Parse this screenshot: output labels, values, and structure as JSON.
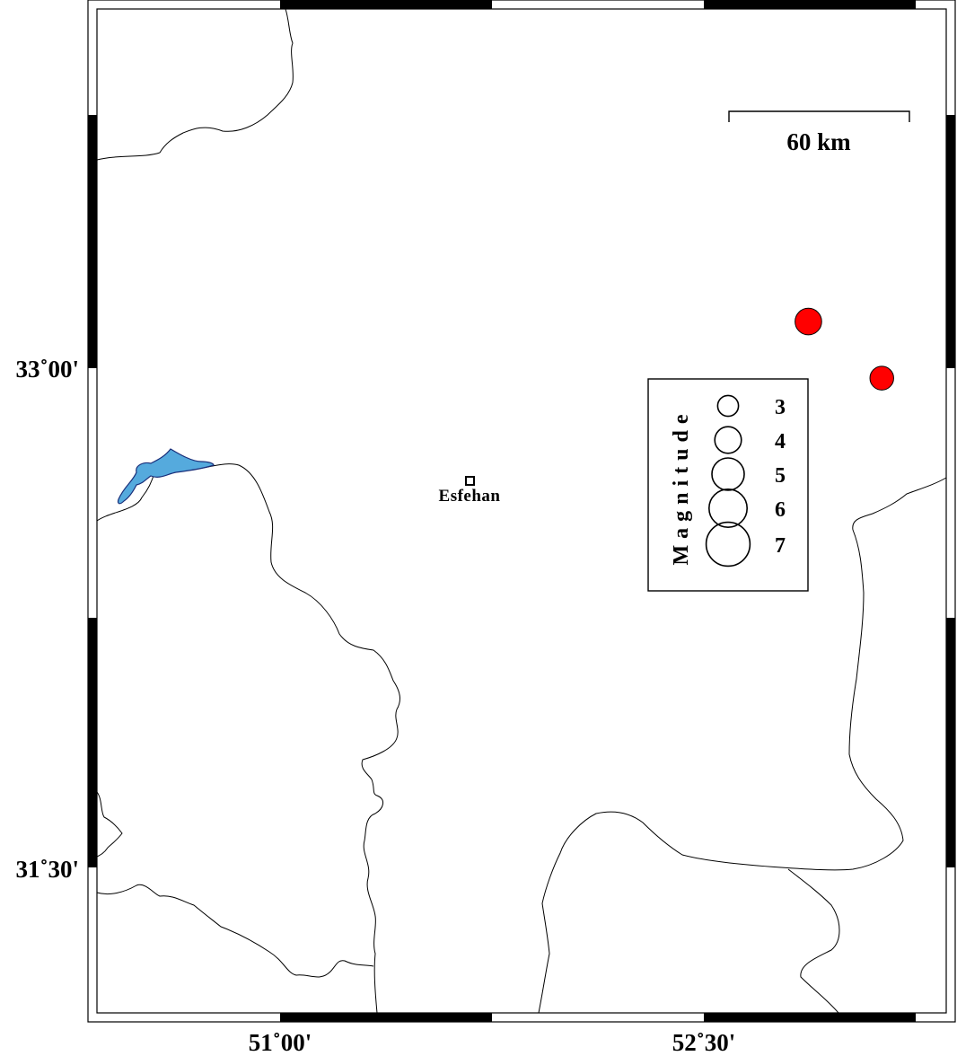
{
  "map": {
    "axes": {
      "longitude_ticks": [
        {
          "value": 51.0,
          "label": "51˚00'"
        },
        {
          "value": 52.5,
          "label": "52˚30'"
        }
      ],
      "latitude_ticks": [
        {
          "value": 33.0,
          "label": "33˚00'"
        },
        {
          "value": 31.5,
          "label": "31˚30'"
        }
      ]
    },
    "cities": [
      {
        "name": "Esfehan",
        "lon": 51.66,
        "lat": 32.65
      }
    ],
    "earthquakes": [
      {
        "lon": 52.87,
        "lat": 33.14,
        "magnitude": 4,
        "color": "#ff0000"
      },
      {
        "lon": 53.13,
        "lat": 32.97,
        "magnitude": 3.5,
        "color": "#ff0000"
      }
    ],
    "scale_bar": {
      "label": "60 km"
    },
    "legend": {
      "title": "Magnitude",
      "entries": [
        {
          "magnitude": 3,
          "label": "3"
        },
        {
          "magnitude": 4,
          "label": "4"
        },
        {
          "magnitude": 5,
          "label": "5"
        },
        {
          "magnitude": 6,
          "label": "6"
        },
        {
          "magnitude": 7,
          "label": "7"
        }
      ]
    },
    "colors": {
      "lake": "#55aadd",
      "lake_outline": "#1a2f7a",
      "quake_outline": "#000000",
      "frame": "#000000"
    }
  }
}
